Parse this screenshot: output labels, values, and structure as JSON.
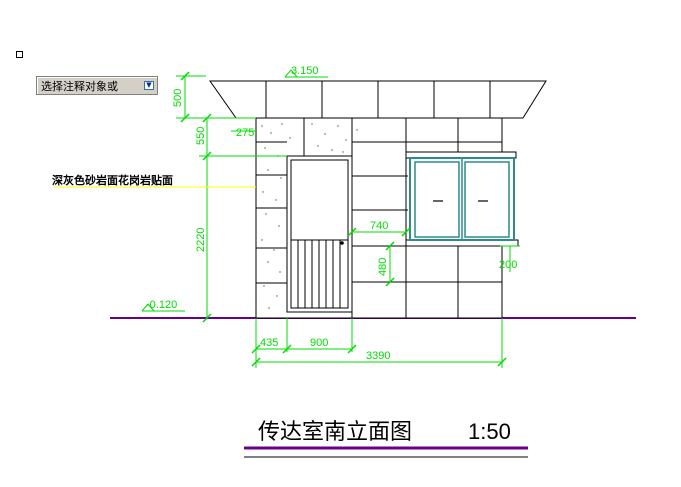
{
  "tooltip": {
    "text": "选择注释对象或",
    "dropdown_icon": "arrow-down-icon"
  },
  "drawing": {
    "elevation_top": "3.150",
    "elevation_ground": "-0.120",
    "annotation_material": "深灰色砂岩面花岗岩贴面",
    "title": "传达室南立面图",
    "scale": "1:50",
    "dimensions": {
      "roof_height": "500",
      "band_height": "550",
      "wall_height": "2220",
      "pilaster_offset": "275",
      "window_offset": "740",
      "sill_height": "480",
      "sill_projection": "200",
      "left_offset": "435",
      "door_width": "900",
      "total_width": "3390"
    },
    "colors": {
      "dimension": "#00dd00",
      "ground": "#660088",
      "outline": "#000000",
      "leader": "#ffff00",
      "window_frame": "#2b8c8c"
    }
  }
}
